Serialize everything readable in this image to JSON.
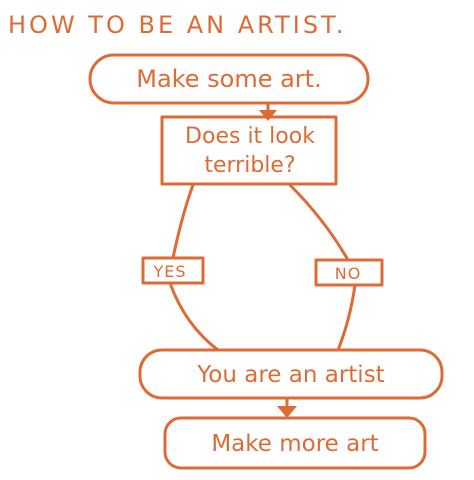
{
  "title": "HOW TO BE AN ARTIST.",
  "nodes": {
    "start": "Make some art.",
    "question_line1": "Does it look",
    "question_line2": "terrible?",
    "branch_yes": "YES",
    "branch_no": "NO",
    "result": "You are an artist",
    "end": "Make more art"
  },
  "colors": {
    "ink": "#dd6b35",
    "background": "#ffffff"
  }
}
